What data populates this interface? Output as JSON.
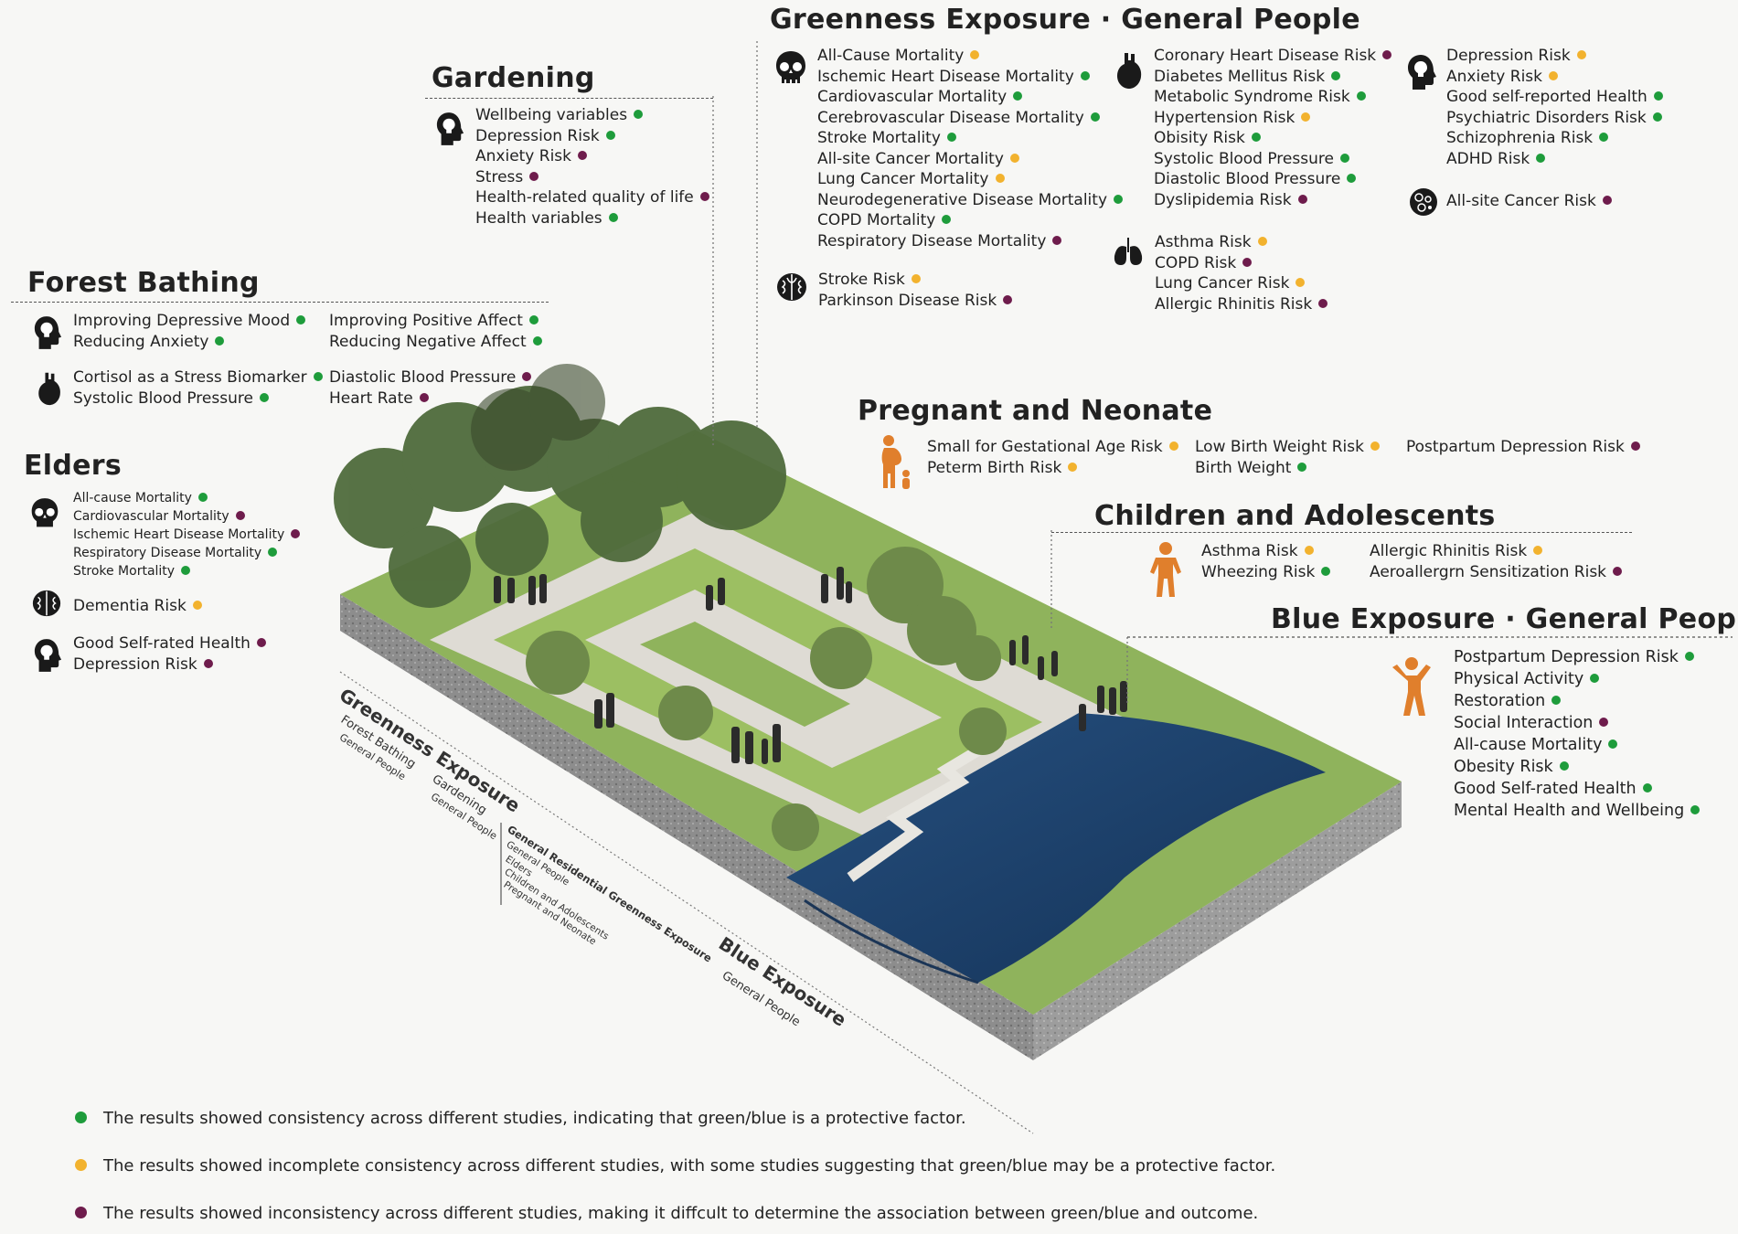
{
  "colors": {
    "protective": "#1e9c3b",
    "partial": "#f2b22e",
    "inconsistent": "#6e1c4c",
    "icon_dark": "#1a1a1a",
    "icon_orange": "#e07f2c",
    "water": "#1d3f6e",
    "grass": "#8fb35c"
  },
  "green_general": {
    "title": "Greenness Exposure · General People",
    "mortality": [
      {
        "t": "All-Cause Mortality",
        "c": "Y"
      },
      {
        "t": "Ischemic Heart Disease Mortality",
        "c": "G"
      },
      {
        "t": "Cardiovascular Mortality",
        "c": "G"
      },
      {
        "t": "Cerebrovascular Disease Mortality",
        "c": "G"
      },
      {
        "t": "Stroke Mortality",
        "c": "G"
      },
      {
        "t": "All-site Cancer Mortality",
        "c": "Y"
      },
      {
        "t": "Lung Cancer Mortality",
        "c": "Y"
      },
      {
        "t": "Neurodegenerative Disease Mortality",
        "c": "G"
      },
      {
        "t": "COPD Mortality",
        "c": "G"
      },
      {
        "t": "Respiratory Disease Mortality",
        "c": "P"
      }
    ],
    "brain": [
      {
        "t": "Stroke Risk",
        "c": "Y"
      },
      {
        "t": "Parkinson Disease Risk",
        "c": "P"
      }
    ],
    "heart": [
      {
        "t": "Coronary Heart Disease Risk",
        "c": "P"
      },
      {
        "t": "Diabetes Mellitus Risk",
        "c": "G"
      },
      {
        "t": "Metabolic Syndrome Risk",
        "c": "G"
      },
      {
        "t": "Hypertension Risk",
        "c": "Y"
      },
      {
        "t": "Obisity Risk",
        "c": "G"
      },
      {
        "t": "Systolic Blood Pressure",
        "c": "G"
      },
      {
        "t": "Diastolic Blood Pressure",
        "c": "G"
      },
      {
        "t": "Dyslipidemia Risk",
        "c": "P"
      }
    ],
    "lungs": [
      {
        "t": "Asthma Risk",
        "c": "Y"
      },
      {
        "t": "COPD Risk",
        "c": "P"
      },
      {
        "t": "Lung Cancer Risk",
        "c": "Y"
      },
      {
        "t": "Allergic Rhinitis Risk",
        "c": "P"
      }
    ],
    "head": [
      {
        "t": "Depression Risk",
        "c": "Y"
      },
      {
        "t": "Anxiety Risk",
        "c": "Y"
      },
      {
        "t": "Good self-reported Health",
        "c": "G"
      },
      {
        "t": "Psychiatric Disorders Risk",
        "c": "G"
      },
      {
        "t": "Schizophrenia Risk",
        "c": "G"
      },
      {
        "t": "ADHD Risk",
        "c": "G"
      }
    ],
    "cancer": [
      {
        "t": "All-site Cancer Risk",
        "c": "P"
      }
    ]
  },
  "gardening": {
    "title": "Gardening",
    "items": [
      {
        "t": "Wellbeing variables",
        "c": "G"
      },
      {
        "t": "Depression Risk",
        "c": "G"
      },
      {
        "t": "Anxiety Risk",
        "c": "P"
      },
      {
        "t": "Stress",
        "c": "P"
      },
      {
        "t": "Health-related quality of life",
        "c": "P"
      },
      {
        "t": "Health variables",
        "c": "G"
      }
    ]
  },
  "forest": {
    "title": "Forest Bathing",
    "head_a": [
      {
        "t": "Improving Depressive Mood",
        "c": "G"
      },
      {
        "t": "Reducing Anxiety",
        "c": "G"
      }
    ],
    "head_b": [
      {
        "t": "Improving Positive Affect",
        "c": "G"
      },
      {
        "t": "Reducing Negative Affect",
        "c": "G"
      }
    ],
    "heart_a": [
      {
        "t": "Cortisol as a Stress Biomarker",
        "c": "G"
      },
      {
        "t": "Systolic Blood Pressure",
        "c": "G"
      }
    ],
    "heart_b": [
      {
        "t": "Diastolic Blood Pressure",
        "c": "P"
      },
      {
        "t": "Heart Rate",
        "c": "P"
      }
    ]
  },
  "elders": {
    "title": "Elders",
    "mortality": [
      {
        "t": "All-cause Mortality",
        "c": "G"
      },
      {
        "t": "Cardiovascular Mortality",
        "c": "P"
      },
      {
        "t": "Ischemic Heart Disease  Mortality",
        "c": "P"
      },
      {
        "t": "Respiratory Disease Mortality",
        "c": "G"
      },
      {
        "t": "Stroke Mortality",
        "c": "G"
      }
    ],
    "brain": [
      {
        "t": "Dementia Risk",
        "c": "Y"
      }
    ],
    "head": [
      {
        "t": "Good Self-rated Health",
        "c": "P"
      },
      {
        "t": "Depression Risk",
        "c": "P"
      }
    ]
  },
  "pregnant": {
    "title": "Pregnant and Neonate",
    "col1": [
      {
        "t": "Small for Gestational Age Risk",
        "c": "Y"
      },
      {
        "t": "Peterm Birth Risk",
        "c": "Y"
      }
    ],
    "col2": [
      {
        "t": "Low Birth Weight Risk",
        "c": "Y"
      },
      {
        "t": "Birth Weight",
        "c": "G"
      }
    ],
    "col3": [
      {
        "t": "Postpartum Depression Risk",
        "c": "P"
      }
    ]
  },
  "children": {
    "title": "Children and Adolescents",
    "col1": [
      {
        "t": "Asthma Risk",
        "c": "Y"
      },
      {
        "t": "Wheezing Risk",
        "c": "G"
      }
    ],
    "col2": [
      {
        "t": "Allergic Rhinitis Risk",
        "c": "Y"
      },
      {
        "t": "Aeroallergrn Sensitization Risk",
        "c": "P"
      }
    ]
  },
  "blue": {
    "title": "Blue Exposure · General People",
    "items": [
      {
        "t": "Postpartum Depression Risk",
        "c": "G"
      },
      {
        "t": "Physical Activity",
        "c": "G"
      },
      {
        "t": "Restoration",
        "c": "G"
      },
      {
        "t": "Social Interaction",
        "c": "P"
      },
      {
        "t": "All-cause Mortality",
        "c": "G"
      },
      {
        "t": "Obesity Risk",
        "c": "G"
      },
      {
        "t": "Good Self-rated Health",
        "c": "G"
      },
      {
        "t": "Mental Health and Wellbeing",
        "c": "G"
      }
    ]
  },
  "diagram_labels": {
    "greenness": "Greenness Exposure",
    "forest": "Forest Bathing",
    "forest_sub": "General People",
    "gardening": "Gardening",
    "gardening_sub": "General People",
    "residential": "General Residential Greenness Exposure",
    "res_1": "General People",
    "res_2": "Elders",
    "res_3": "Children and Adolescents",
    "res_4": "Pregnant and Neonate",
    "blue": "Blue Exposure",
    "blue_sub": "General People"
  },
  "legend": [
    {
      "t": "The results showed consistency across different studies, indicating that green/blue is a protective factor.",
      "c": "G"
    },
    {
      "t": "The results showed incomplete consistency across different studies, with some studies suggesting that green/blue may be a protective factor.",
      "c": "Y"
    },
    {
      "t": "The results showed inconsistency across different studies, making it diffcult to determine the association between green/blue and outcome.",
      "c": "P"
    }
  ]
}
